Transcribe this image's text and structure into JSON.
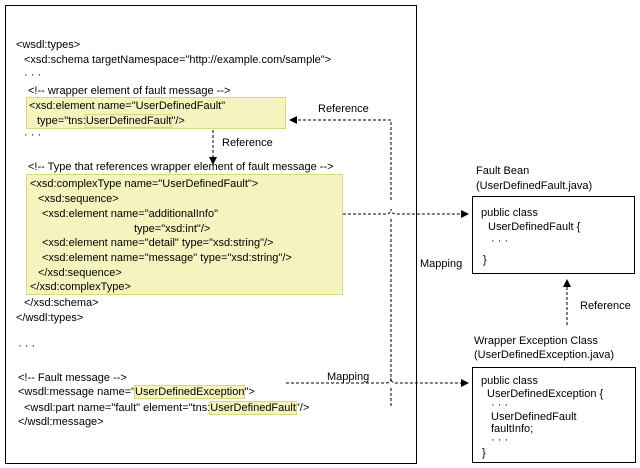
{
  "wsdl": {
    "types_open": "<wsdl:types>",
    "schema_open": "<xsd:schema targetNamespace=\"http://example.com/sample\">",
    "ellipsis1": "· · ·",
    "comment_wrapper": "<!-- wrapper element of fault message -->",
    "element_line1": "<xsd:element name=\"UserDefinedFault\"",
    "element_line2_a": "type=\"tns:",
    "element_line2_hl": "UserDefinedFault",
    "element_line2_b": "\"/>",
    "ellipsis2": "· · ·",
    "comment_type": "<!-- Type that references wrapper element of fault message -->",
    "ct_line1": "<xsd:complexType name=\"UserDefinedFault\">",
    "ct_line2": "<xsd:sequence>",
    "ct_line3": "<xsd:element name=\"additionalInfo\"",
    "ct_line4": "type=\"xsd:int\"/>",
    "ct_line5": "<xsd:element name=\"detail\" type=\"xsd:string\"/>",
    "ct_line6": "<xsd:element name=\"message\" type=\"xsd:string\"/>",
    "ct_line7": "</xsd:sequence>",
    "ct_line8": "</xsd:complexType>",
    "schema_close": "</xsd:schema>",
    "types_close": "</wsdl:types>",
    "ellipsis3": "· · ·",
    "comment_fault": "<!-- Fault message -->",
    "msg_line1_a": "<wsdl:message name=\"",
    "msg_line1_hl": "UserDefinedException",
    "msg_line1_b": "\">",
    "msg_line2_a": "<wsdl:part name=\"fault\" element=\"tns:",
    "msg_line2_hl": "UserDefinedFault",
    "msg_line2_b": "\"/>",
    "msg_close": "</wsdl:message>"
  },
  "labels": {
    "reference_top": "Reference",
    "reference_mid": "Reference",
    "mapping_mid": "Mapping",
    "mapping_bottom": "Mapping",
    "reference_right": "Reference"
  },
  "fault_bean": {
    "title1": "Fault Bean",
    "title2": "(UserDefinedFault.java)",
    "code1": "public class",
    "code2": "UserDefinedFault {",
    "code3": "· · ·",
    "code4": "}"
  },
  "wrapper_exception": {
    "title1": "Wrapper Exception Class",
    "title2": "(UserDefinedException.java)",
    "code1": "public class",
    "code2": "UserDefinedException {",
    "code3": "· · ·",
    "code4": "UserDefinedFault",
    "code5": "faultInfo;",
    "code6": "· · ·",
    "code7": "}"
  },
  "colors": {
    "highlight": "#f5f4bf",
    "highlight_border": "#d9d97a"
  }
}
